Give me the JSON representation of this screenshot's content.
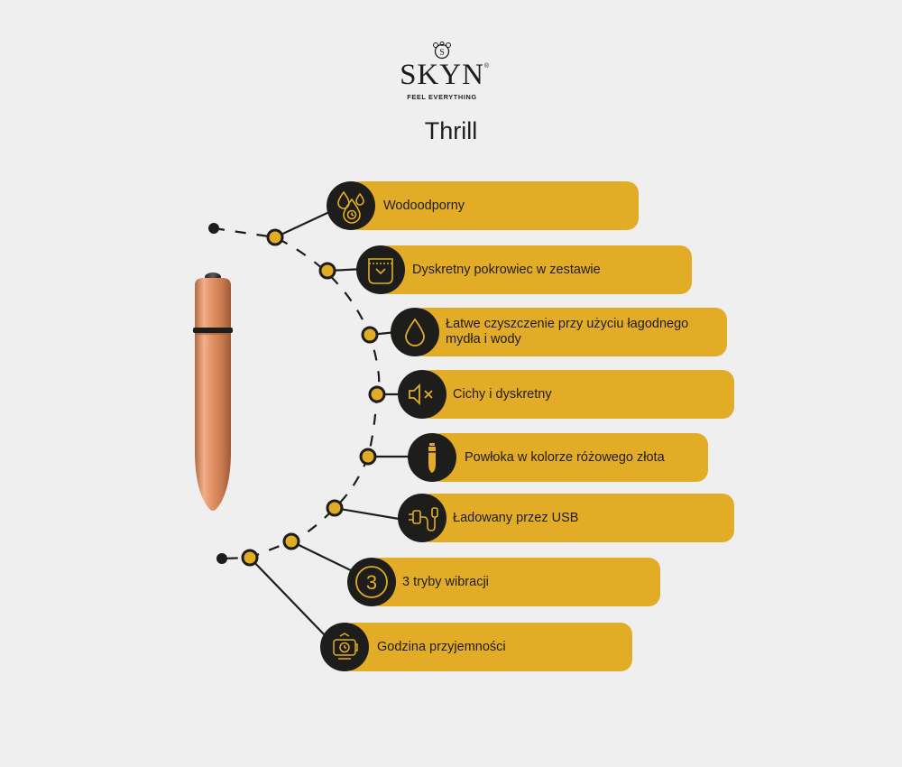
{
  "brand": {
    "name": "SKYN",
    "tagline": "FEEL EVERYTHING",
    "reg": "®"
  },
  "product": {
    "name": "Thrill"
  },
  "features": [
    {
      "label": "Wodoodporny",
      "icon": "water-drops-icon"
    },
    {
      "label": "Dyskretny pokrowiec w zestawie",
      "icon": "pouch-icon"
    },
    {
      "label": "Łatwe czyszczenie przy użyciu łagodnego mydła i wody",
      "icon": "drop-icon"
    },
    {
      "label": "Cichy i dyskretny",
      "icon": "speaker-mute-icon"
    },
    {
      "label": "Powłoka w kolorze różowego złota",
      "icon": "bullet-vibrator-icon"
    },
    {
      "label": "Ładowany przez USB",
      "icon": "usb-plug-icon"
    },
    {
      "label": "3 tryby wibracji",
      "icon": "number-three-icon",
      "icon_text": "3"
    },
    {
      "label": "Godzina przyjemności",
      "icon": "clock-battery-icon"
    }
  ],
  "colors": {
    "background": "#efefef",
    "accent": "#e3ac26",
    "dark": "#1d1d1b",
    "rose_gold": "#d98a5e"
  }
}
